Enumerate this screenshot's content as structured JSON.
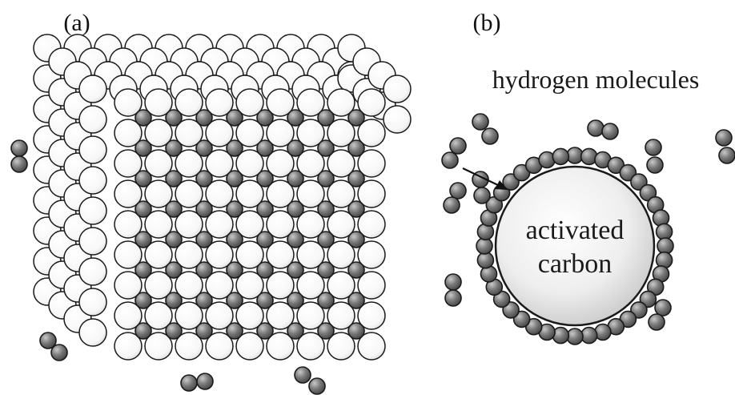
{
  "panels": {
    "a": {
      "label": "(a)"
    },
    "b": {
      "label": "(b)",
      "caption": "hydrogen molecules",
      "core_line1": "activated",
      "core_line2": "carbon"
    }
  },
  "colors": {
    "lattice_atom": "#ffffff",
    "hydrogen_atom": "#6a6a6a",
    "outline": "#1a1a1a"
  }
}
